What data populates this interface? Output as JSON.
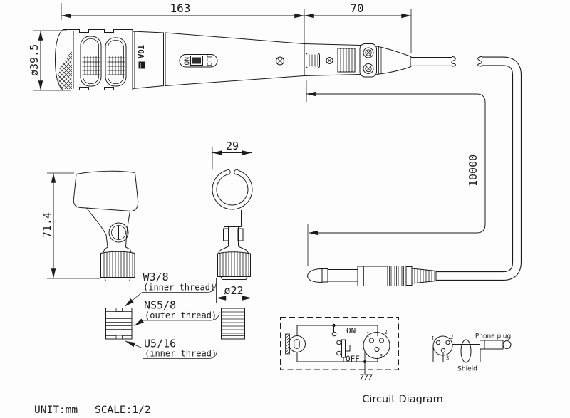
{
  "dims": {
    "head_length": "163",
    "connector_length": "70",
    "head_diameter": "ø39.5",
    "cable_length": "10000",
    "holder_height": "71.4",
    "ring_width": "29",
    "base_diameter": "ø22"
  },
  "mic": {
    "brand": "TOA",
    "switch_on": "ON",
    "switch_off": "OFF"
  },
  "threads": {
    "w38_name": "W3/8",
    "w38_type": "(inner thread)",
    "ns58_name": "NS5/8",
    "ns58_type": "(outer thread)",
    "u516_name": "U5/16",
    "u516_type": "(inner thread)"
  },
  "circuit": {
    "title": "Circuit Diagram",
    "switch_on": "ON",
    "switch_off": "OFF",
    "pin1": "1",
    "pin2": "2",
    "pin3": "3"
  },
  "wiring": {
    "pin1": "1",
    "pin2": "2",
    "pin3": "3",
    "shield_label": "Shield",
    "plug_label": "Phone plug"
  },
  "footer": {
    "unit": "UNIT:mm",
    "scale": "SCALE:1/2"
  },
  "colors": {
    "line": "#1b1b1b",
    "background": "#fdfdfd"
  }
}
